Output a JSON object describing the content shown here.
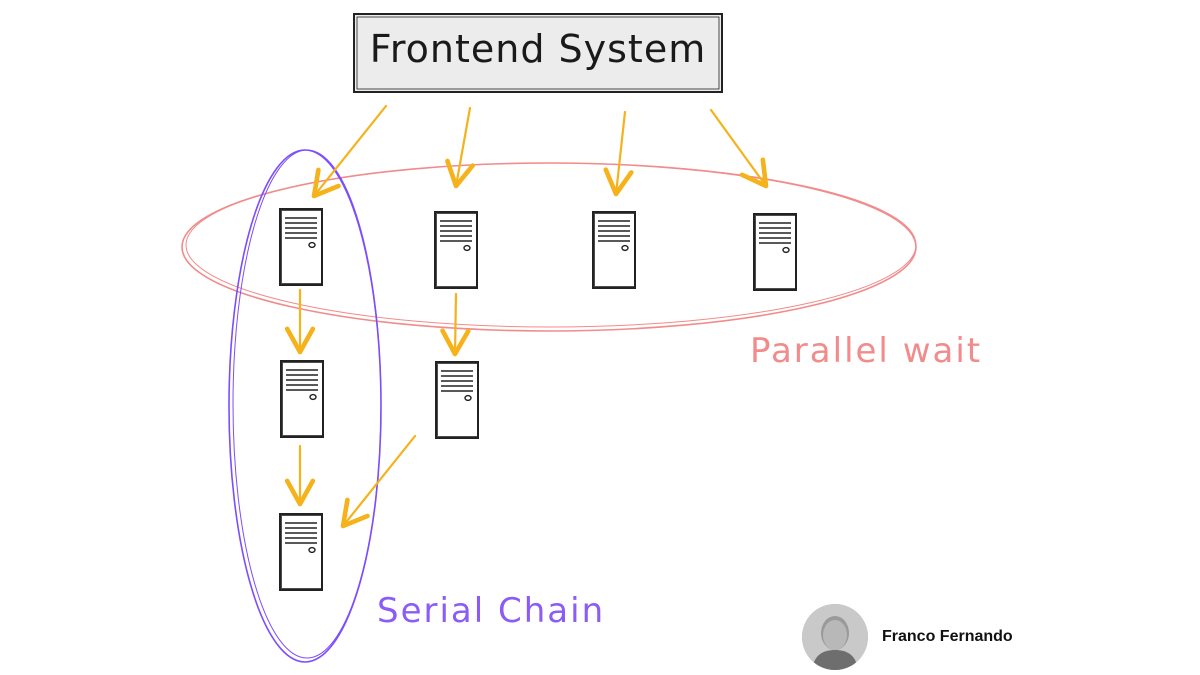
{
  "diagram": {
    "title": "Frontend System",
    "parallel_label": "Parallel wait",
    "serial_label": "Serial Chain"
  },
  "author": {
    "name": "Franco Fernando"
  },
  "colors": {
    "arrow": "#f5b21b",
    "parallel": "#f28b8b",
    "serial": "#7c4dff",
    "server": "#222222"
  },
  "icons": {
    "server": "server-icon",
    "avatar": "author-photo"
  }
}
